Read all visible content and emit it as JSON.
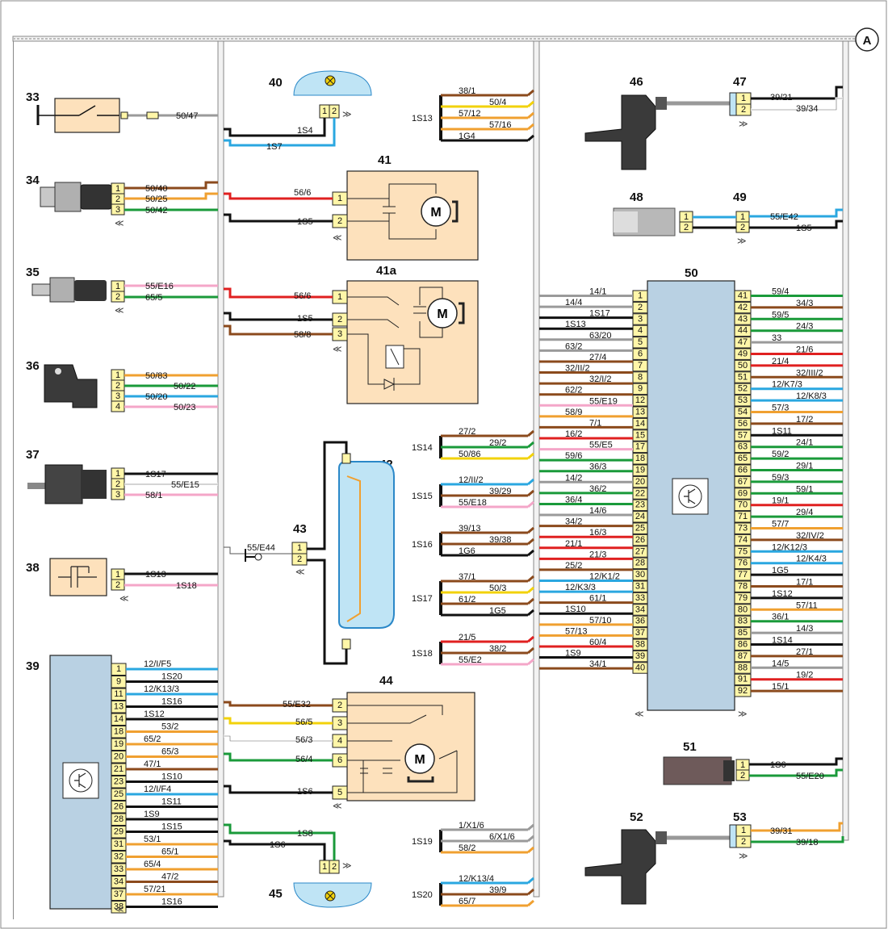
{
  "components": {
    "c33": "33",
    "c34": "34",
    "c35": "35",
    "c36": "36",
    "c37": "37",
    "c38": "38",
    "c39": "39",
    "c40": "40",
    "c41": "41",
    "c41a": "41a",
    "c42": "42",
    "c43": "43",
    "c44": "44",
    "c45": "45",
    "c46": "46",
    "c47": "47",
    "c48": "48",
    "c49": "49",
    "c50": "50",
    "c51": "51",
    "c52": "52",
    "c53": "53",
    "ground_node": "A"
  },
  "motor_label": "M",
  "colors": {
    "black": "#111111",
    "red": "#e02020",
    "blue": "#2aa7e0",
    "green": "#1a9a3a",
    "yellow": "#f2d20a",
    "orange": "#f0a030",
    "pink": "#f4a6c8",
    "brown": "#8b4a1c",
    "grey": "#9a9a9a",
    "white": "#ffffff",
    "connector": "#fff6a8",
    "device": "#fde1bc",
    "ecu": "#b9d1e3"
  },
  "wire_labels": {
    "w33": "50/47",
    "w34": [
      "50/40",
      "50/25",
      "50/42"
    ],
    "w35": [
      "55/E16",
      "65/5"
    ],
    "w36": [
      "50/83",
      "50/22",
      "50/20",
      "50/23"
    ],
    "w37": [
      "1S17",
      "55/E15",
      "58/1"
    ],
    "w38": [
      "1S13",
      "1S18"
    ],
    "w40": [
      "1S4",
      "1S7"
    ],
    "w41": [
      "56/6",
      "1S5"
    ],
    "w41a": [
      "56/6",
      "1S5",
      "58/8"
    ],
    "w43": "55/E44",
    "w44": [
      "55/E32",
      "56/5",
      "56/3",
      "56/4",
      "1S6"
    ],
    "w45": [
      "1S8",
      "1S6"
    ],
    "w47": [
      "39/21",
      "39/34"
    ],
    "w49": [
      "55/E42",
      "1S5"
    ],
    "w51": [
      "1S6",
      "55/E20"
    ],
    "w53": [
      "39/31",
      "39/18"
    ]
  },
  "pins": {
    "p2": [
      "1",
      "2"
    ],
    "p3": [
      "1",
      "2",
      "3"
    ],
    "p4": [
      "1",
      "2",
      "3",
      "4"
    ],
    "p41": [
      "1",
      "2"
    ],
    "p41a": [
      "1",
      "2",
      "3"
    ],
    "p44": [
      "2",
      "3",
      "4",
      "6",
      "5"
    ],
    "p39": [
      "1",
      "9",
      "11",
      "13",
      "14",
      "18",
      "19",
      "20",
      "21",
      "23",
      "25",
      "26",
      "28",
      "29",
      "31",
      "32",
      "33",
      "34",
      "37",
      "38"
    ]
  },
  "ecu39_wires": [
    "12/I/F5",
    "1S20",
    "12/K13/3",
    "1S16",
    "1S12",
    "53/2",
    "65/2",
    "65/3",
    "47/1",
    "1S10",
    "12/I/F4",
    "1S11",
    "1S9",
    "1S15",
    "53/1",
    "65/1",
    "65/4",
    "47/2",
    "57/21",
    "1S16"
  ],
  "splices": {
    "s13": {
      "name": "1S13",
      "wires": [
        "38/1",
        "50/4",
        "57/12",
        "57/16",
        "1G4"
      ]
    },
    "s14": {
      "name": "1S14",
      "wires": [
        "27/2",
        "29/2",
        "50/86"
      ]
    },
    "s15": {
      "name": "1S15",
      "wires": [
        "12/II/2",
        "39/29",
        "55/E18"
      ]
    },
    "s16": {
      "name": "1S16",
      "wires": [
        "39/13",
        "39/38",
        "1G6"
      ]
    },
    "s17": {
      "name": "1S17",
      "wires": [
        "37/1",
        "50/3",
        "61/2",
        "1G5"
      ]
    },
    "s18": {
      "name": "1S18",
      "wires": [
        "21/5",
        "38/2",
        "55/E2"
      ]
    },
    "s19": {
      "name": "1S19",
      "wires": [
        "1/X1/6",
        "6/X1/6",
        "58/2"
      ]
    },
    "s20": {
      "name": "1S20",
      "wires": [
        "12/K13/4",
        "39/9",
        "65/7"
      ]
    }
  },
  "ecu50": {
    "left": {
      "pins": [
        "1",
        "2",
        "3",
        "4",
        "5",
        "6",
        "7",
        "8",
        "9",
        "12",
        "13",
        "14",
        "15",
        "17",
        "18",
        "19",
        "20",
        "22",
        "23",
        "24",
        "25",
        "26",
        "27",
        "28",
        "30",
        "31",
        "33",
        "34",
        "36",
        "37",
        "38",
        "39",
        "40"
      ],
      "wires": [
        "14/1",
        "14/4",
        "1S17",
        "1S13",
        "63/20",
        "63/2",
        "27/4",
        "32/II/2",
        "32/I/2",
        "62/2",
        "55/E19",
        "58/9",
        "7/1",
        "16/2",
        "55/E5",
        "59/6",
        "36/3",
        "14/2",
        "36/2",
        "36/4",
        "14/6",
        "34/2",
        "16/3",
        "21/1",
        "21/3",
        "25/2",
        "12/K1/2",
        "12/K3/3",
        "61/1",
        "1S10",
        "57/10",
        "57/13",
        "60/4",
        "1S9",
        "34/1"
      ]
    },
    "right": {
      "pins": [
        "41",
        "42",
        "43",
        "44",
        "47",
        "49",
        "50",
        "51",
        "52",
        "53",
        "54",
        "56",
        "57",
        "63",
        "65",
        "66",
        "67",
        "69",
        "70",
        "71",
        "73",
        "74",
        "75",
        "76",
        "77",
        "78",
        "79",
        "80",
        "83",
        "85",
        "86",
        "87",
        "88",
        "91",
        "92"
      ],
      "wires": [
        "59/4",
        "34/3",
        "59/5",
        "24/3",
        "33",
        "21/6",
        "21/4",
        "32/III/2",
        "12/K7/3",
        "12/K8/3",
        "57/3",
        "17/2",
        "1S11",
        "24/1",
        "59/2",
        "29/1",
        "59/3",
        "59/1",
        "19/1",
        "29/4",
        "57/7",
        "32/IV/2",
        "12/K12/3",
        "12/K4/3",
        "1G5",
        "17/1",
        "1S12",
        "57/11",
        "36/1",
        "14/3",
        "1S14",
        "27/1",
        "14/5",
        "19/2",
        "15/1"
      ]
    }
  }
}
